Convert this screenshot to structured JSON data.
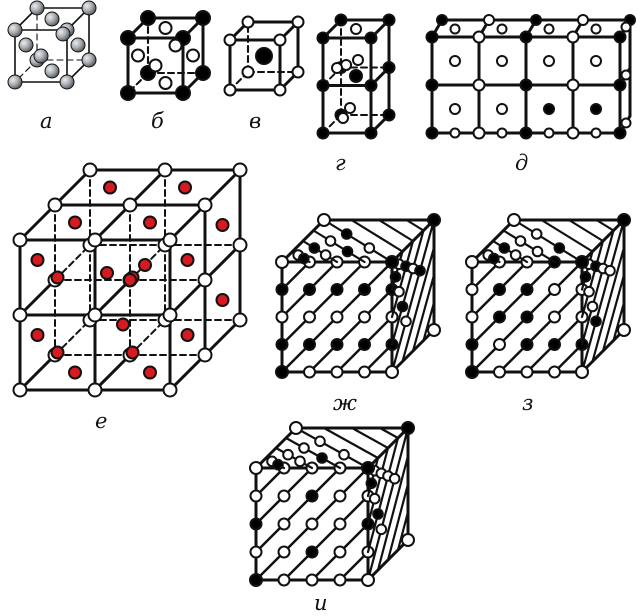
{
  "labels": {
    "a": "а",
    "b": "б",
    "v": "в",
    "g": "г",
    "d": "д",
    "e": "е",
    "zh": "ж",
    "z": "з",
    "i": "и"
  },
  "colors": {
    "edge": "#111111",
    "atom_black": "#000000",
    "atom_white": "#ffffff",
    "atom_red": "#d71920",
    "atom_gray": "#9ea3a8"
  }
}
